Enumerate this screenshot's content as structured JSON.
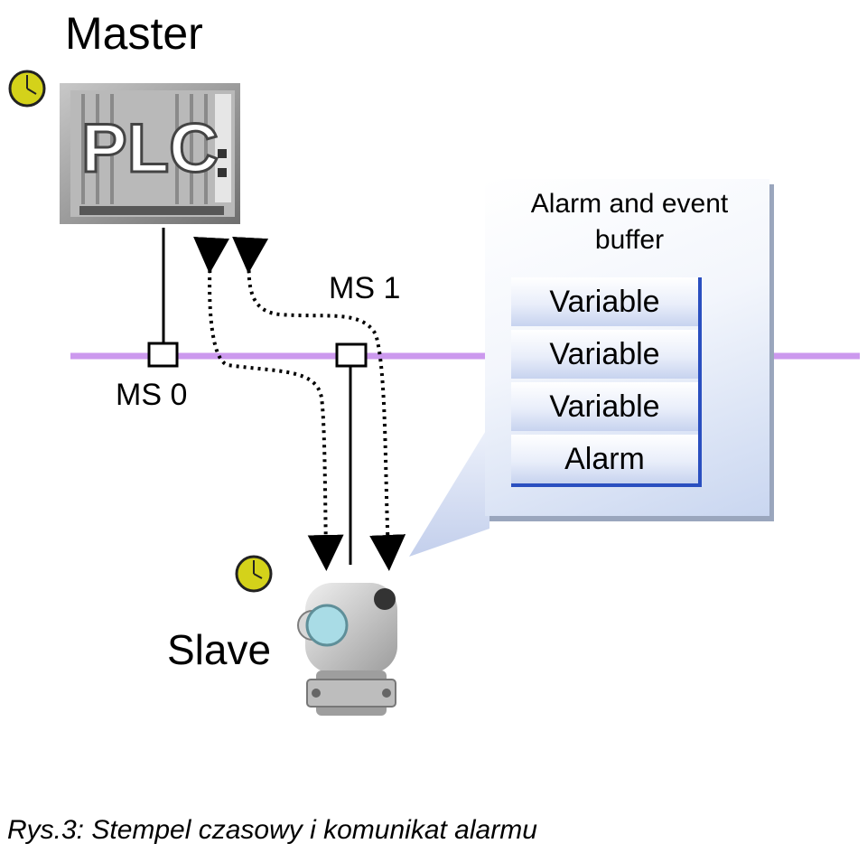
{
  "master": {
    "title": "Master",
    "device_label": "PLC",
    "clock_icon": "clock-icon"
  },
  "bus": {
    "color": "#cc99ee",
    "nodes": [
      {
        "label": "MS 0"
      },
      {
        "label": "MS 1"
      }
    ]
  },
  "slave": {
    "title": "Slave",
    "clock_icon": "clock-icon",
    "device_icon": "pressure-transmitter-icon"
  },
  "buffer": {
    "title": "Alarm and event buffer",
    "entries": [
      {
        "label": "Variable"
      },
      {
        "label": "Variable"
      },
      {
        "label": "Variable"
      },
      {
        "label": "Alarm"
      }
    ],
    "border_color": "#2a4fc0",
    "clock_icon": "clock-icon"
  },
  "colors": {
    "clock_face": "#d4d21a",
    "arrow": "#000000"
  },
  "caption": "Rys.3: Stempel czasowy i  komunikat alarmu"
}
